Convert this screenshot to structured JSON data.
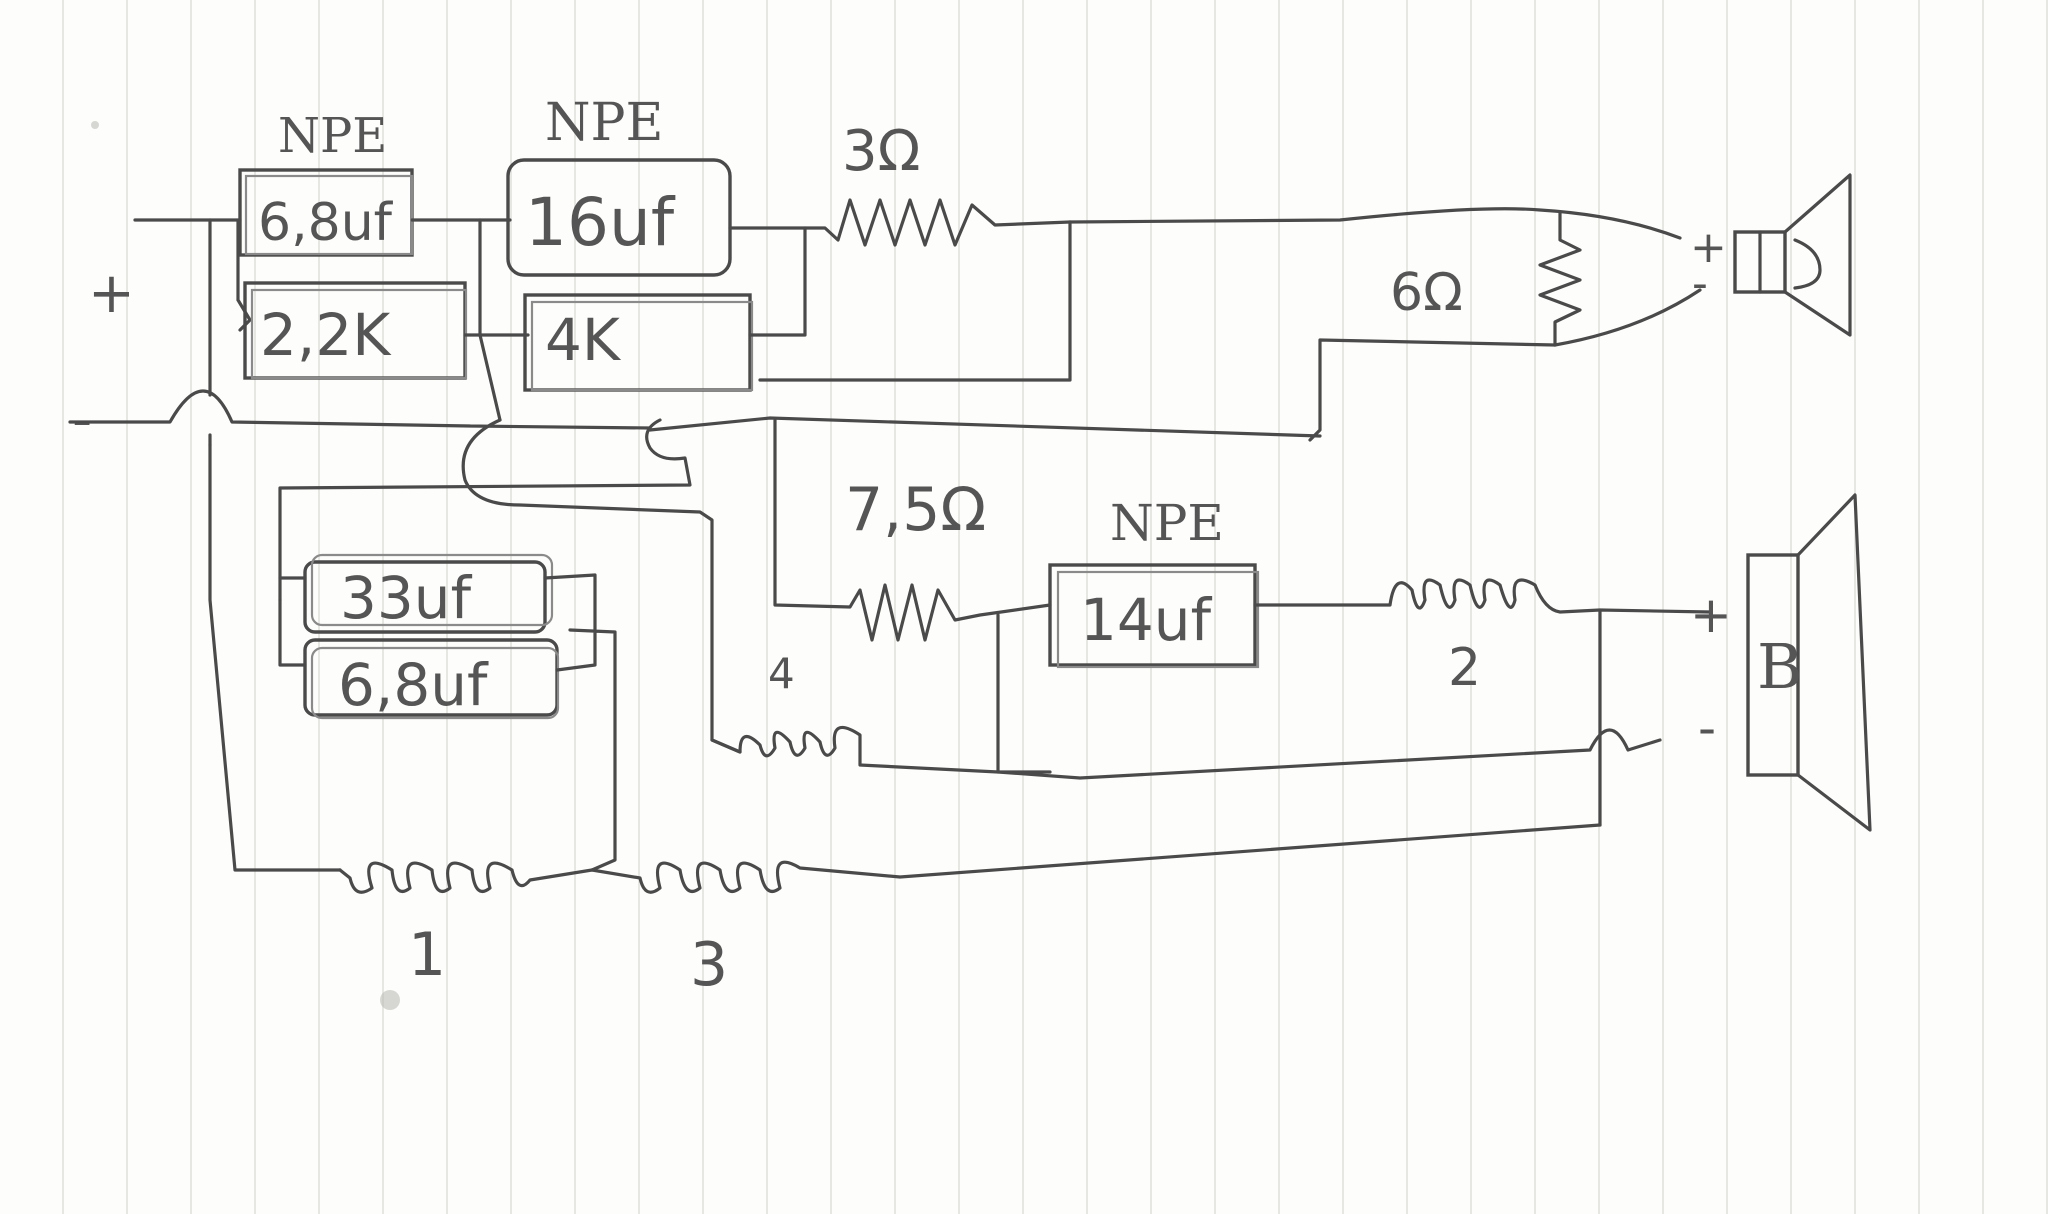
{
  "colors": {
    "ink": "#4a4a4a",
    "paper": "#fdfdfb",
    "grid": "#e6e6e2"
  },
  "input": {
    "plus": "+",
    "minus": "-"
  },
  "tweeter_branch": {
    "cap1": {
      "brand": "NPE",
      "value": "6,8uf"
    },
    "cap2": {
      "brand": "NPE",
      "value": "16uf"
    },
    "res1": "2,2K",
    "res2": "4K",
    "res_series": "3Ω",
    "res_shunt": "6Ω",
    "speaker": {
      "plus": "+",
      "minus": "-"
    }
  },
  "woofer_branch": {
    "cap_a": "33uf",
    "cap_b": "6,8uf",
    "res": "7,5Ω",
    "cap_np": {
      "brand": "NPE",
      "value": "14uf"
    },
    "coil1": "1",
    "coil2": "2",
    "coil3": "3",
    "coil4": "4",
    "speaker": {
      "label": "B",
      "plus": "+",
      "minus": "-"
    }
  }
}
